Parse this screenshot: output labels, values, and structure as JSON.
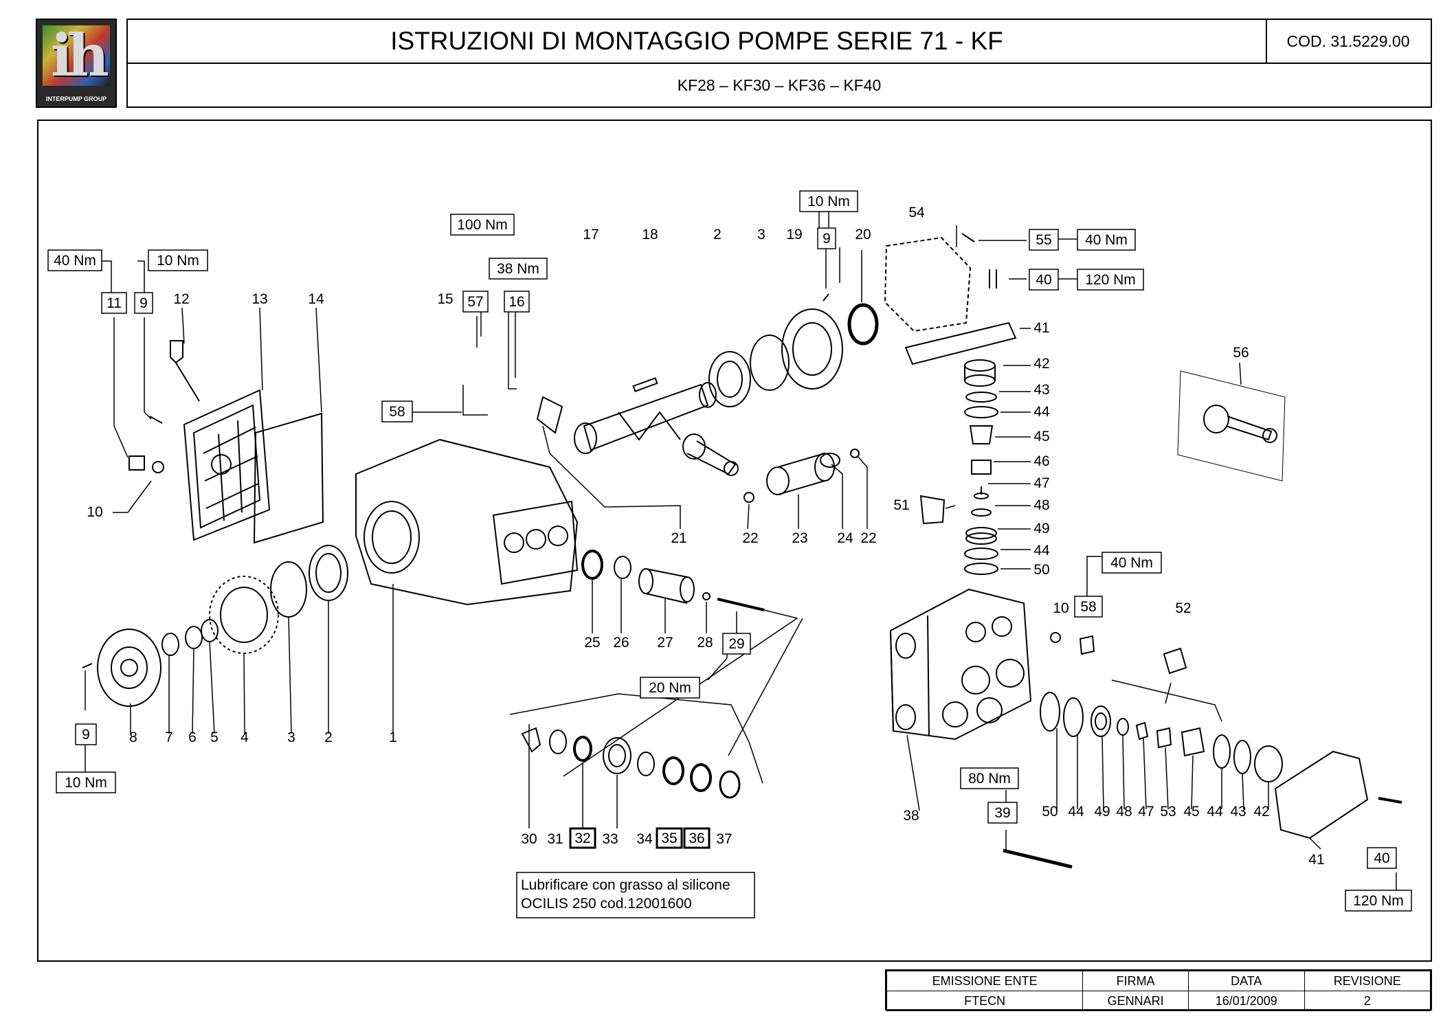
{
  "header": {
    "brand": "INTERPUMP GROUP",
    "title": "ISTRUZIONI DI MONTAGGIO POMPE SERIE 71 - KF",
    "code": "COD. 31.5229.00",
    "models": "KF28 – KF30 – KF36 – KF40"
  },
  "labels": [
    {
      "id": "l1",
      "text": "1"
    },
    {
      "id": "l2a",
      "text": "2"
    },
    {
      "id": "l3a",
      "text": "3"
    },
    {
      "id": "l4",
      "text": "4"
    },
    {
      "id": "l5",
      "text": "5"
    },
    {
      "id": "l6",
      "text": "6"
    },
    {
      "id": "l7",
      "text": "7"
    },
    {
      "id": "l8",
      "text": "8"
    },
    {
      "id": "l10a",
      "text": "10"
    },
    {
      "id": "l12",
      "text": "12"
    },
    {
      "id": "l13",
      "text": "13"
    },
    {
      "id": "l14",
      "text": "14"
    },
    {
      "id": "l15",
      "text": "15"
    },
    {
      "id": "l17",
      "text": "17"
    },
    {
      "id": "l18",
      "text": "18"
    },
    {
      "id": "l2b",
      "text": "2"
    },
    {
      "id": "l3b",
      "text": "3"
    },
    {
      "id": "l19",
      "text": "19"
    },
    {
      "id": "l20",
      "text": "20"
    },
    {
      "id": "l54",
      "text": "54"
    },
    {
      "id": "l21",
      "text": "21"
    },
    {
      "id": "l22a",
      "text": "22"
    },
    {
      "id": "l23",
      "text": "23"
    },
    {
      "id": "l24",
      "text": "24"
    },
    {
      "id": "l22b",
      "text": "22"
    },
    {
      "id": "l25",
      "text": "25"
    },
    {
      "id": "l26",
      "text": "26"
    },
    {
      "id": "l27",
      "text": "27"
    },
    {
      "id": "l28",
      "text": "28"
    },
    {
      "id": "l41a",
      "text": "41"
    },
    {
      "id": "l42a",
      "text": "42"
    },
    {
      "id": "l43a",
      "text": "43"
    },
    {
      "id": "l44a",
      "text": "44"
    },
    {
      "id": "l45a",
      "text": "45"
    },
    {
      "id": "l46",
      "text": "46"
    },
    {
      "id": "l47a",
      "text": "47"
    },
    {
      "id": "l48a",
      "text": "48"
    },
    {
      "id": "l49a",
      "text": "49"
    },
    {
      "id": "l44b",
      "text": "44"
    },
    {
      "id": "l50a",
      "text": "50"
    },
    {
      "id": "l51",
      "text": "51"
    },
    {
      "id": "l56",
      "text": "56"
    },
    {
      "id": "l10b",
      "text": "10"
    },
    {
      "id": "l52",
      "text": "52"
    },
    {
      "id": "l30",
      "text": "30"
    },
    {
      "id": "l31",
      "text": "31"
    },
    {
      "id": "l33",
      "text": "33"
    },
    {
      "id": "l34",
      "text": "34"
    },
    {
      "id": "l37",
      "text": "37"
    },
    {
      "id": "l38",
      "text": "38"
    },
    {
      "id": "l50b",
      "text": "50"
    },
    {
      "id": "l44c",
      "text": "44"
    },
    {
      "id": "l49b",
      "text": "49"
    },
    {
      "id": "l48b",
      "text": "48"
    },
    {
      "id": "l47b",
      "text": "47"
    },
    {
      "id": "l53",
      "text": "53"
    },
    {
      "id": "l45b",
      "text": "45"
    },
    {
      "id": "l44d",
      "text": "44"
    },
    {
      "id": "l43b",
      "text": "43"
    },
    {
      "id": "l42b",
      "text": "42"
    },
    {
      "id": "l41b",
      "text": "41"
    }
  ],
  "boxes": [
    {
      "id": "b40nm_a",
      "text": "40 Nm"
    },
    {
      "id": "b11",
      "text": "11"
    },
    {
      "id": "b9a",
      "text": "9"
    },
    {
      "id": "b10nm_a",
      "text": "10 Nm"
    },
    {
      "id": "b100nm",
      "text": "100 Nm"
    },
    {
      "id": "b38nm",
      "text": "38 Nm"
    },
    {
      "id": "b57",
      "text": "57"
    },
    {
      "id": "b16",
      "text": "16"
    },
    {
      "id": "b58a",
      "text": "58"
    },
    {
      "id": "b10nm_b",
      "text": "10 Nm"
    },
    {
      "id": "b9b",
      "text": "9"
    },
    {
      "id": "b55",
      "text": "55"
    },
    {
      "id": "b40nm_b",
      "text": "40 Nm"
    },
    {
      "id": "b40a",
      "text": "40"
    },
    {
      "id": "b120nm_a",
      "text": "120 Nm"
    },
    {
      "id": "b29",
      "text": "29"
    },
    {
      "id": "b20nm",
      "text": "20 Nm"
    },
    {
      "id": "b9c",
      "text": "9"
    },
    {
      "id": "b10nm_c",
      "text": "10 Nm"
    },
    {
      "id": "b40nm_c",
      "text": "40 Nm"
    },
    {
      "id": "b58b",
      "text": "58"
    },
    {
      "id": "b80nm",
      "text": "80 Nm"
    },
    {
      "id": "b39",
      "text": "39"
    },
    {
      "id": "b32",
      "text": "32"
    },
    {
      "id": "b35",
      "text": "35"
    },
    {
      "id": "b36",
      "text": "36"
    },
    {
      "id": "b40b",
      "text": "40"
    },
    {
      "id": "b120nm_b",
      "text": "120 Nm"
    }
  ],
  "note": {
    "line1": "Lubrificare con grasso al silicone",
    "line2": "OCILIS 250 cod.12001600"
  },
  "title_block": {
    "headers": [
      "EMISSIONE ENTE",
      "FIRMA",
      "DATA",
      "REVISIONE"
    ],
    "values": [
      "FTECN",
      "GENNARI",
      "16/01/2009",
      "2"
    ]
  }
}
